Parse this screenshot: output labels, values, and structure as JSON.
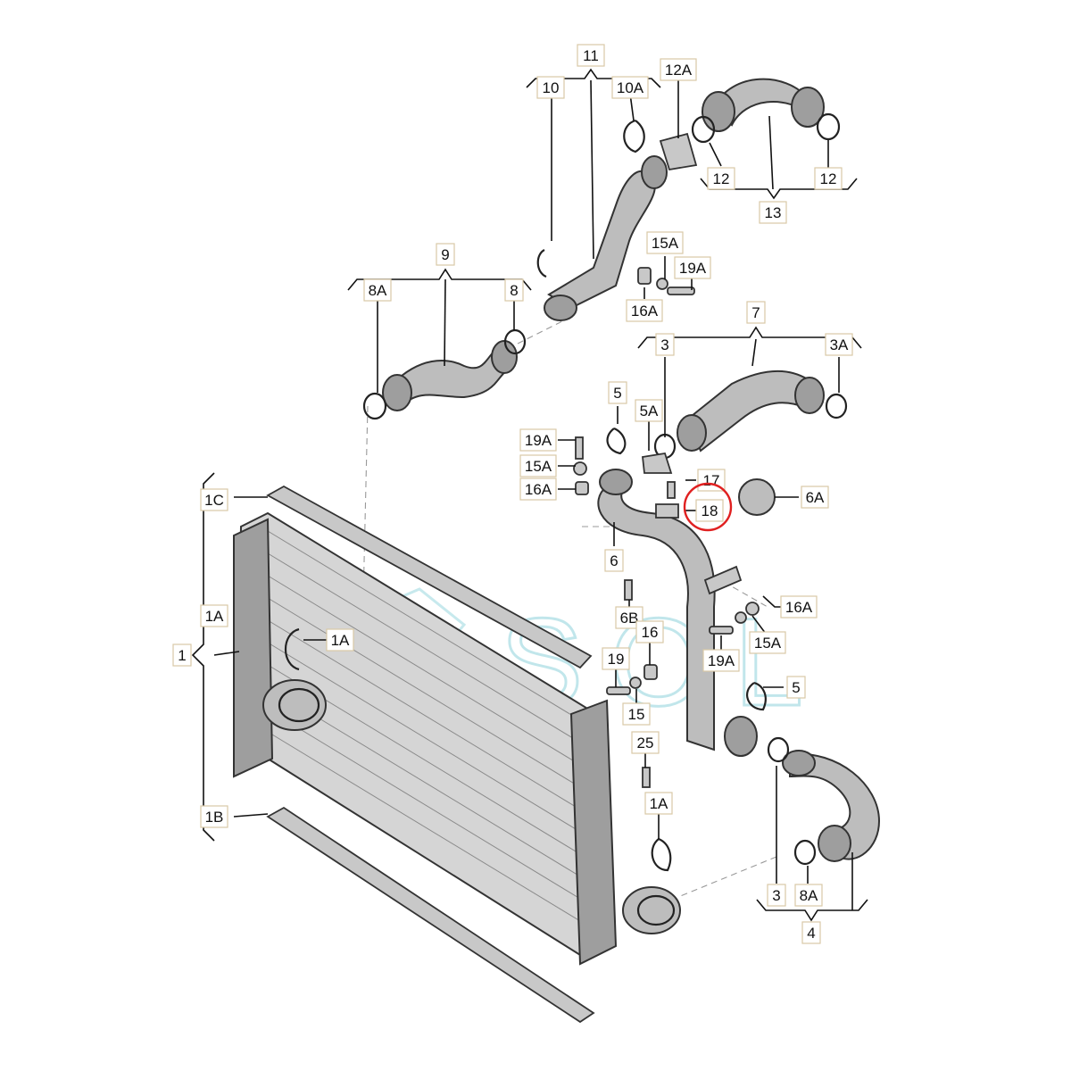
{
  "watermark": {
    "text": "SOL"
  },
  "highlighted_callout": "18",
  "callouts": [
    {
      "id": "c-11",
      "text": "11"
    },
    {
      "id": "c-12a",
      "text": "12A"
    },
    {
      "id": "c-10",
      "text": "10"
    },
    {
      "id": "c-10a",
      "text": "10A"
    },
    {
      "id": "c-12-left",
      "text": "12"
    },
    {
      "id": "c-12-right",
      "text": "12"
    },
    {
      "id": "c-13",
      "text": "13"
    },
    {
      "id": "c-9",
      "text": "9"
    },
    {
      "id": "c-8a-top",
      "text": "8A"
    },
    {
      "id": "c-8",
      "text": "8"
    },
    {
      "id": "c-15a-top",
      "text": "15A"
    },
    {
      "id": "c-19a-top",
      "text": "19A"
    },
    {
      "id": "c-16a-top",
      "text": "16A"
    },
    {
      "id": "c-7",
      "text": "7"
    },
    {
      "id": "c-3-top",
      "text": "3"
    },
    {
      "id": "c-3a",
      "text": "3A"
    },
    {
      "id": "c-5-top",
      "text": "5"
    },
    {
      "id": "c-5a",
      "text": "5A"
    },
    {
      "id": "c-19a-mid",
      "text": "19A"
    },
    {
      "id": "c-15a-mid",
      "text": "15A"
    },
    {
      "id": "c-16a-mid",
      "text": "16A"
    },
    {
      "id": "c-17",
      "text": "17"
    },
    {
      "id": "c-18",
      "text": "18"
    },
    {
      "id": "c-6a",
      "text": "6A"
    },
    {
      "id": "c-6",
      "text": "6"
    },
    {
      "id": "c-1c",
      "text": "1C"
    },
    {
      "id": "c-1a-left",
      "text": "1A"
    },
    {
      "id": "c-1",
      "text": "1"
    },
    {
      "id": "c-1a-inner",
      "text": "1A"
    },
    {
      "id": "c-1b",
      "text": "1B"
    },
    {
      "id": "c-6b",
      "text": "6B"
    },
    {
      "id": "c-16a-right",
      "text": "16A"
    },
    {
      "id": "c-15a-right",
      "text": "15A"
    },
    {
      "id": "c-19a-right",
      "text": "19A"
    },
    {
      "id": "c-16",
      "text": "16"
    },
    {
      "id": "c-19",
      "text": "19"
    },
    {
      "id": "c-15",
      "text": "15"
    },
    {
      "id": "c-5-bottom",
      "text": "5"
    },
    {
      "id": "c-25",
      "text": "25"
    },
    {
      "id": "c-1a-bottom",
      "text": "1A"
    },
    {
      "id": "c-3-bottom",
      "text": "3"
    },
    {
      "id": "c-8a-bottom",
      "text": "8A"
    },
    {
      "id": "c-4",
      "text": "4"
    }
  ]
}
